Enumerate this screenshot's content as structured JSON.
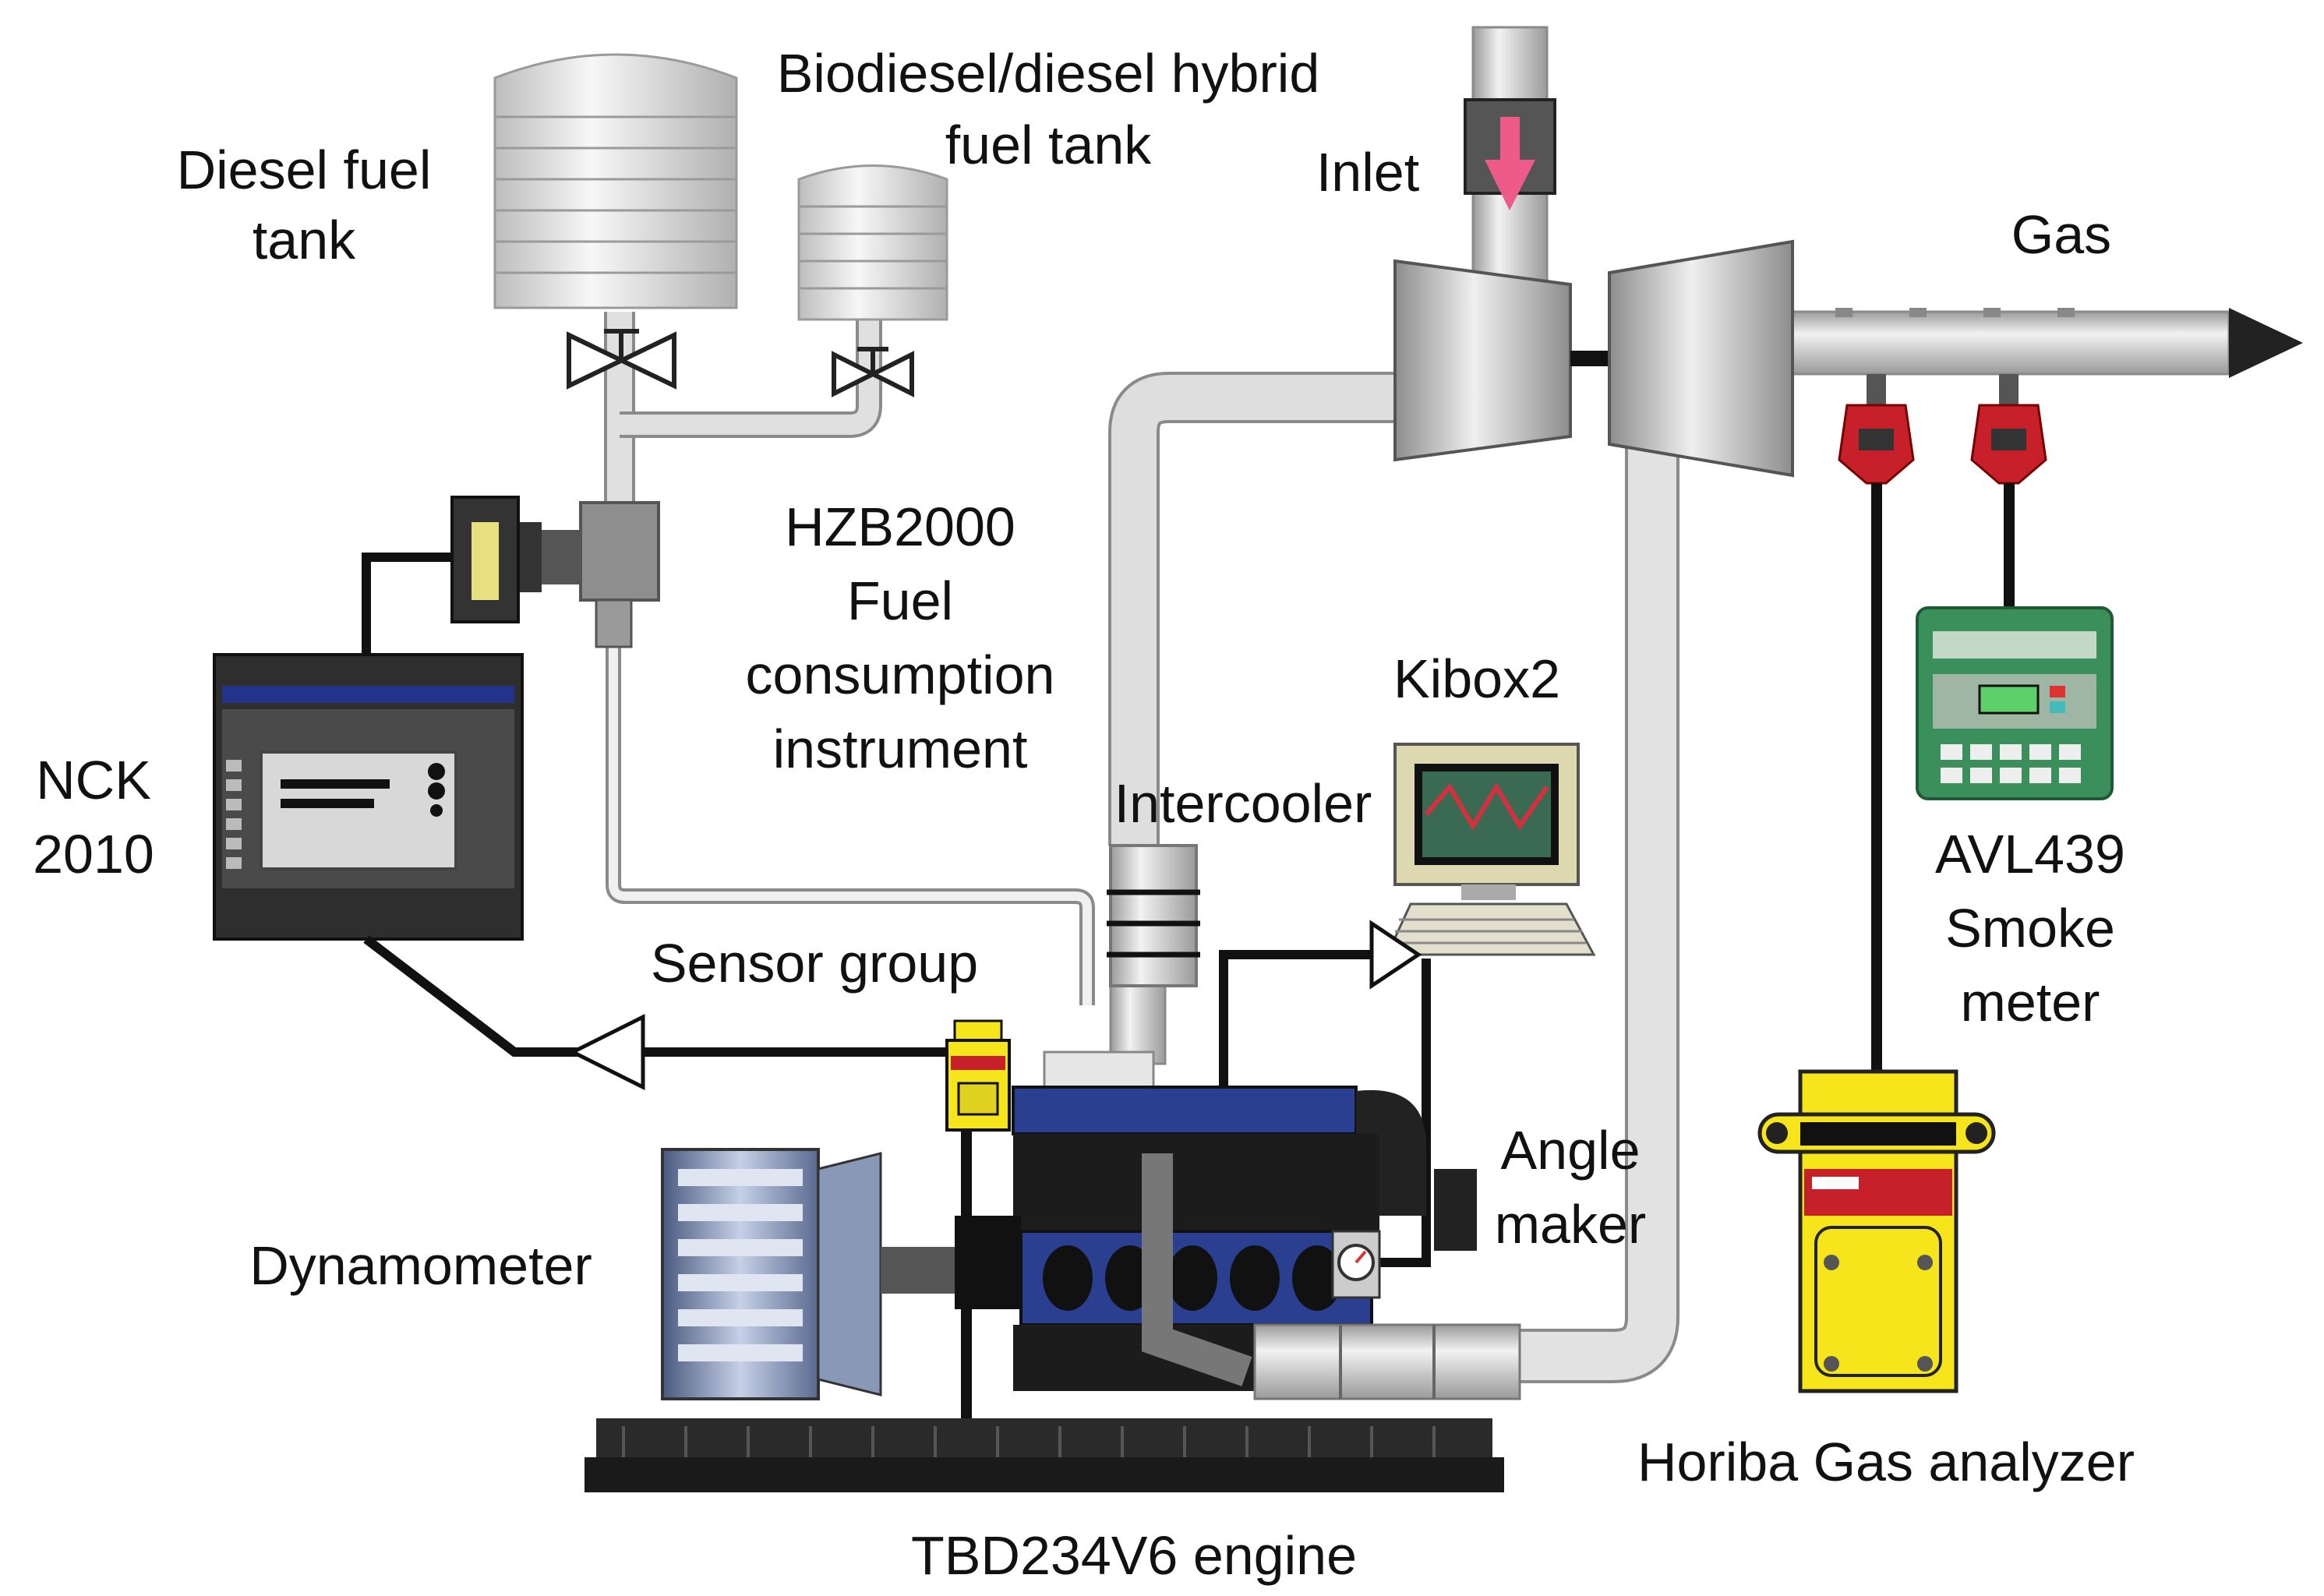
{
  "labels": {
    "diesel_tank": [
      "Diesel fuel",
      "tank"
    ],
    "hybrid_tank": [
      "Biodiesel/diesel hybrid",
      "fuel tank"
    ],
    "inlet": "Inlet",
    "gas": "Gas",
    "hzb": [
      "HZB2000",
      "Fuel",
      "consumption",
      "instrument"
    ],
    "kibox": "Kibox2",
    "intercooler": "Intercooler",
    "nck": [
      "NCK",
      "2010"
    ],
    "sensor_group": "Sensor group",
    "avl": [
      "AVL439",
      "Smoke",
      "meter"
    ],
    "angle": [
      "Angle",
      "maker"
    ],
    "dynamometer": "Dynamometer",
    "horiba": "Horiba Gas analyzer",
    "engine": "TBD234V6 engine"
  },
  "colors": {
    "pipe": "#d4d4d4",
    "pipe_edge": "#8a8a8a",
    "engine_blue": "#2a3f8f",
    "sensor_red": "#c8202a",
    "analyzer_yellow": "#f5e51a",
    "meter_green": "#3a8f5a",
    "inlet_arrow": "#ee5a8a",
    "base": "#2a2a2a"
  }
}
